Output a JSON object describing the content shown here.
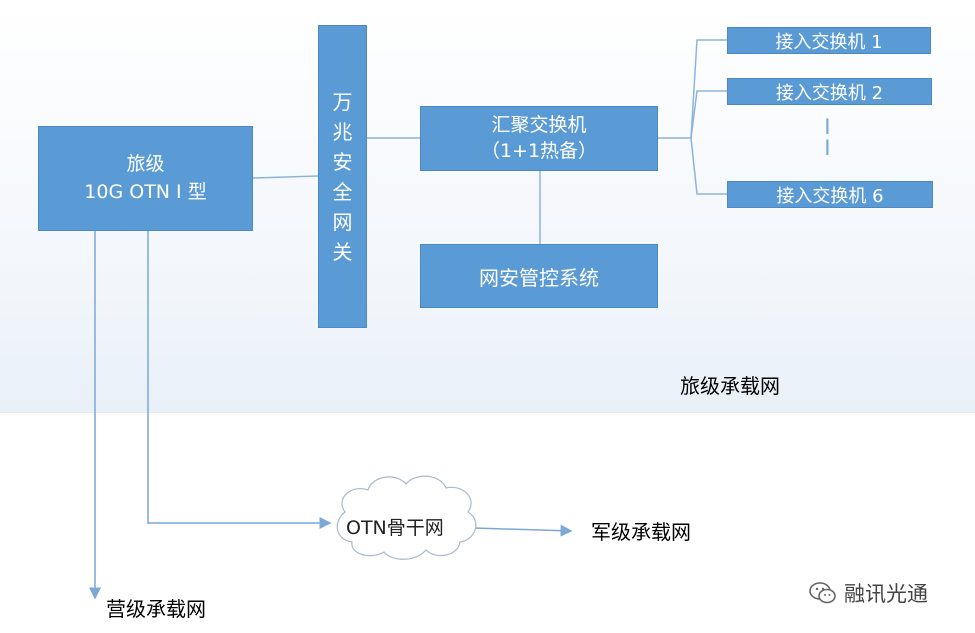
{
  "colors": {
    "box": "#5b9bd5",
    "line": "#8db5db",
    "text_on_box": "#ffffff"
  },
  "diagram": {
    "brigade_otn": {
      "line1": "旅级",
      "line2": "10G OTN I 型"
    },
    "gateway": {
      "chars": [
        "万",
        "兆",
        "安",
        "全",
        "网",
        "关"
      ]
    },
    "aggregation_switch": {
      "line1": "汇聚交换机",
      "line2": "（1+1热备）"
    },
    "security_system": "网安管控系统",
    "access_switches": [
      "接入交换机 1",
      "接入交换机 2",
      "接入交换机 6"
    ],
    "ellipsis": "¦",
    "region_label": "旅级承载网",
    "otn_backbone": "OTN骨干网",
    "army_network": "军级承载网",
    "battalion_network": "营级承载网"
  },
  "watermark": {
    "text": "融讯光通",
    "icon": "wechat-icon"
  }
}
